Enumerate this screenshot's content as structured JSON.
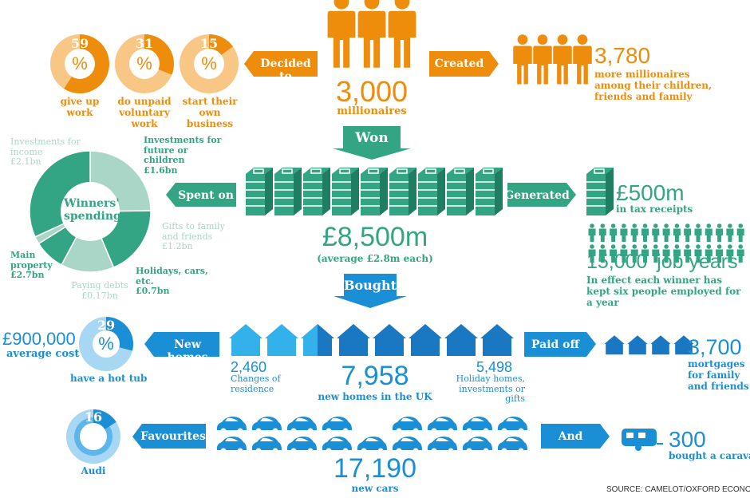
{
  "colors": {
    "orange": "#ee8c0c",
    "orange_light": "#f8c786",
    "green": "#33a584",
    "green_light": "#a9d6c6",
    "blue": "#1a8fd6",
    "blue_light": "#a7d7f2"
  },
  "top": {
    "millionaires_value": "3,000",
    "millionaires_label": "millionaires",
    "decided_to": "Decided to",
    "created": "Created",
    "created_value": "3,780",
    "created_text": "more millionaires among their children, friends and family",
    "percent_sign": "%",
    "circles": [
      {
        "value": "59",
        "label": "give up work",
        "fraction": 0.59
      },
      {
        "value": "31",
        "label": "do unpaid voluntary work",
        "fraction": 0.31
      },
      {
        "value": "15",
        "label": "start their own business",
        "fraction": 0.15
      }
    ]
  },
  "won": "Won",
  "spending": {
    "center_label": "Winners' spending",
    "spent_on": "Spent on",
    "total_value": "£8,500m",
    "total_sub": "(average £2.8m each)",
    "generated": "Generated",
    "tax_value": "£500m",
    "tax_label": "in tax receipts",
    "jobs_value": "15,000 'job years'",
    "jobs_text": "In effect each winner has kept six people employed for a year",
    "segments": [
      {
        "label": "Investments for income",
        "amount": "£2.1bn",
        "value": 2.1
      },
      {
        "label": "Investments for future or children",
        "amount": "£1.6bn",
        "value": 1.6
      },
      {
        "label": "Gifts to family and friends",
        "amount": "£1.2bn",
        "value": 1.2
      },
      {
        "label": "Holidays, cars, etc.",
        "amount": "£0.7bn",
        "value": 0.7
      },
      {
        "label": "Paying debts",
        "amount": "£0.17bn",
        "value": 0.17
      },
      {
        "label": "Main property",
        "amount": "£2.7bn",
        "value": 2.7
      }
    ]
  },
  "bought": "Bought",
  "homes": {
    "new_homes": "New homes",
    "avg_cost_value": "£900,000",
    "avg_cost_label": "average cost",
    "hot_tub_value": "29",
    "hot_tub_fraction": 0.29,
    "hot_tub_label": "have a hot tub",
    "changes_value": "2,460",
    "changes_label": "Changes of residence",
    "total_value": "7,958",
    "total_label": "new homes in the UK",
    "holiday_value": "5,498",
    "holiday_label": "Holiday homes, investments or gifts",
    "paid_off": "Paid off",
    "mortgages_value": "3,700",
    "mortgages_label": "mortgages for family and friends"
  },
  "cars": {
    "favourites": "Favourites",
    "audi_value": "16",
    "audi_fraction": 0.16,
    "audi_label": "Audi",
    "total_value": "17,190",
    "total_label": "new cars",
    "and": "And",
    "caravan_value": "300",
    "caravan_label": "bought a caravan"
  },
  "source": "SOURCE: CAMELOT/OXFORD ECONOMICS"
}
